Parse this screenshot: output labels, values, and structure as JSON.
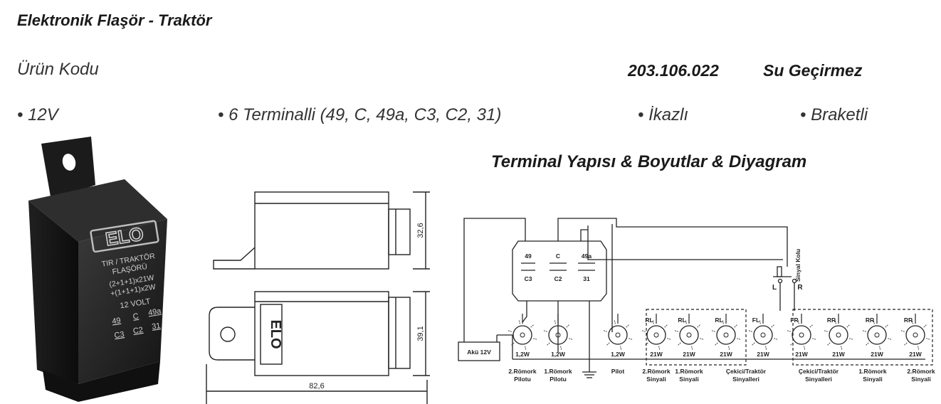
{
  "header": {
    "title": "Elektronik Flaşör - Traktör",
    "code_label": "Ürün Kodu",
    "code_value": "203.106.022",
    "waterproof": "Su Geçirmez"
  },
  "features": [
    "• 12V",
    "• 6 Terminalli  (49, C, 49a, C3, C2, 31)",
    "• İkazlı",
    "• Braketli"
  ],
  "section_title": "Terminal Yapısı & Boyutlar & Diyagram",
  "product": {
    "logo": "ELO",
    "label_lines": [
      "TIR / TRAKTÖR",
      "FLAŞÖRÜ",
      "(2+1+1)x21W",
      "+(1+1+1)x2W",
      "12 VOLT"
    ],
    "terminals_top": [
      "49",
      "C",
      "49a"
    ],
    "terminals_bottom": [
      "C3",
      "C2",
      "31"
    ]
  },
  "dimensions": {
    "height_top": "32,6",
    "height_side": "39,1",
    "width": "82,6",
    "side_logo": "ELO"
  },
  "diagram": {
    "terminals_top": [
      "49",
      "C",
      "49a"
    ],
    "terminals_bottom": [
      "C3",
      "C2",
      "31"
    ],
    "battery": "Akü 12V",
    "switch_label": "Sinyal Kolu",
    "switch_left": "L",
    "switch_right": "R",
    "watt_small": "1,2W",
    "watt_big": "21W",
    "lamp_codes": [
      "RL",
      "RL",
      "RL",
      "FL",
      "FR",
      "RR",
      "RR",
      "RR"
    ],
    "captions": [
      {
        "l1": "2.Römork",
        "l2": "Pilotu"
      },
      {
        "l1": "1.Römork",
        "l2": "Pilotu"
      },
      {
        "l1": "Pilot",
        "l2": ""
      },
      {
        "l1": "2.Römork",
        "l2": "Sinyali"
      },
      {
        "l1": "1.Römork",
        "l2": "Sinyali"
      },
      {
        "l1": "Çekici/Traktör",
        "l2": "Sinyalleri"
      },
      {
        "l1": "Çekici/Traktör",
        "l2": "Sinyalleri"
      },
      {
        "l1": "1.Römork",
        "l2": "Sinyali"
      },
      {
        "l1": "2.Römork",
        "l2": "Sinyali"
      }
    ]
  }
}
